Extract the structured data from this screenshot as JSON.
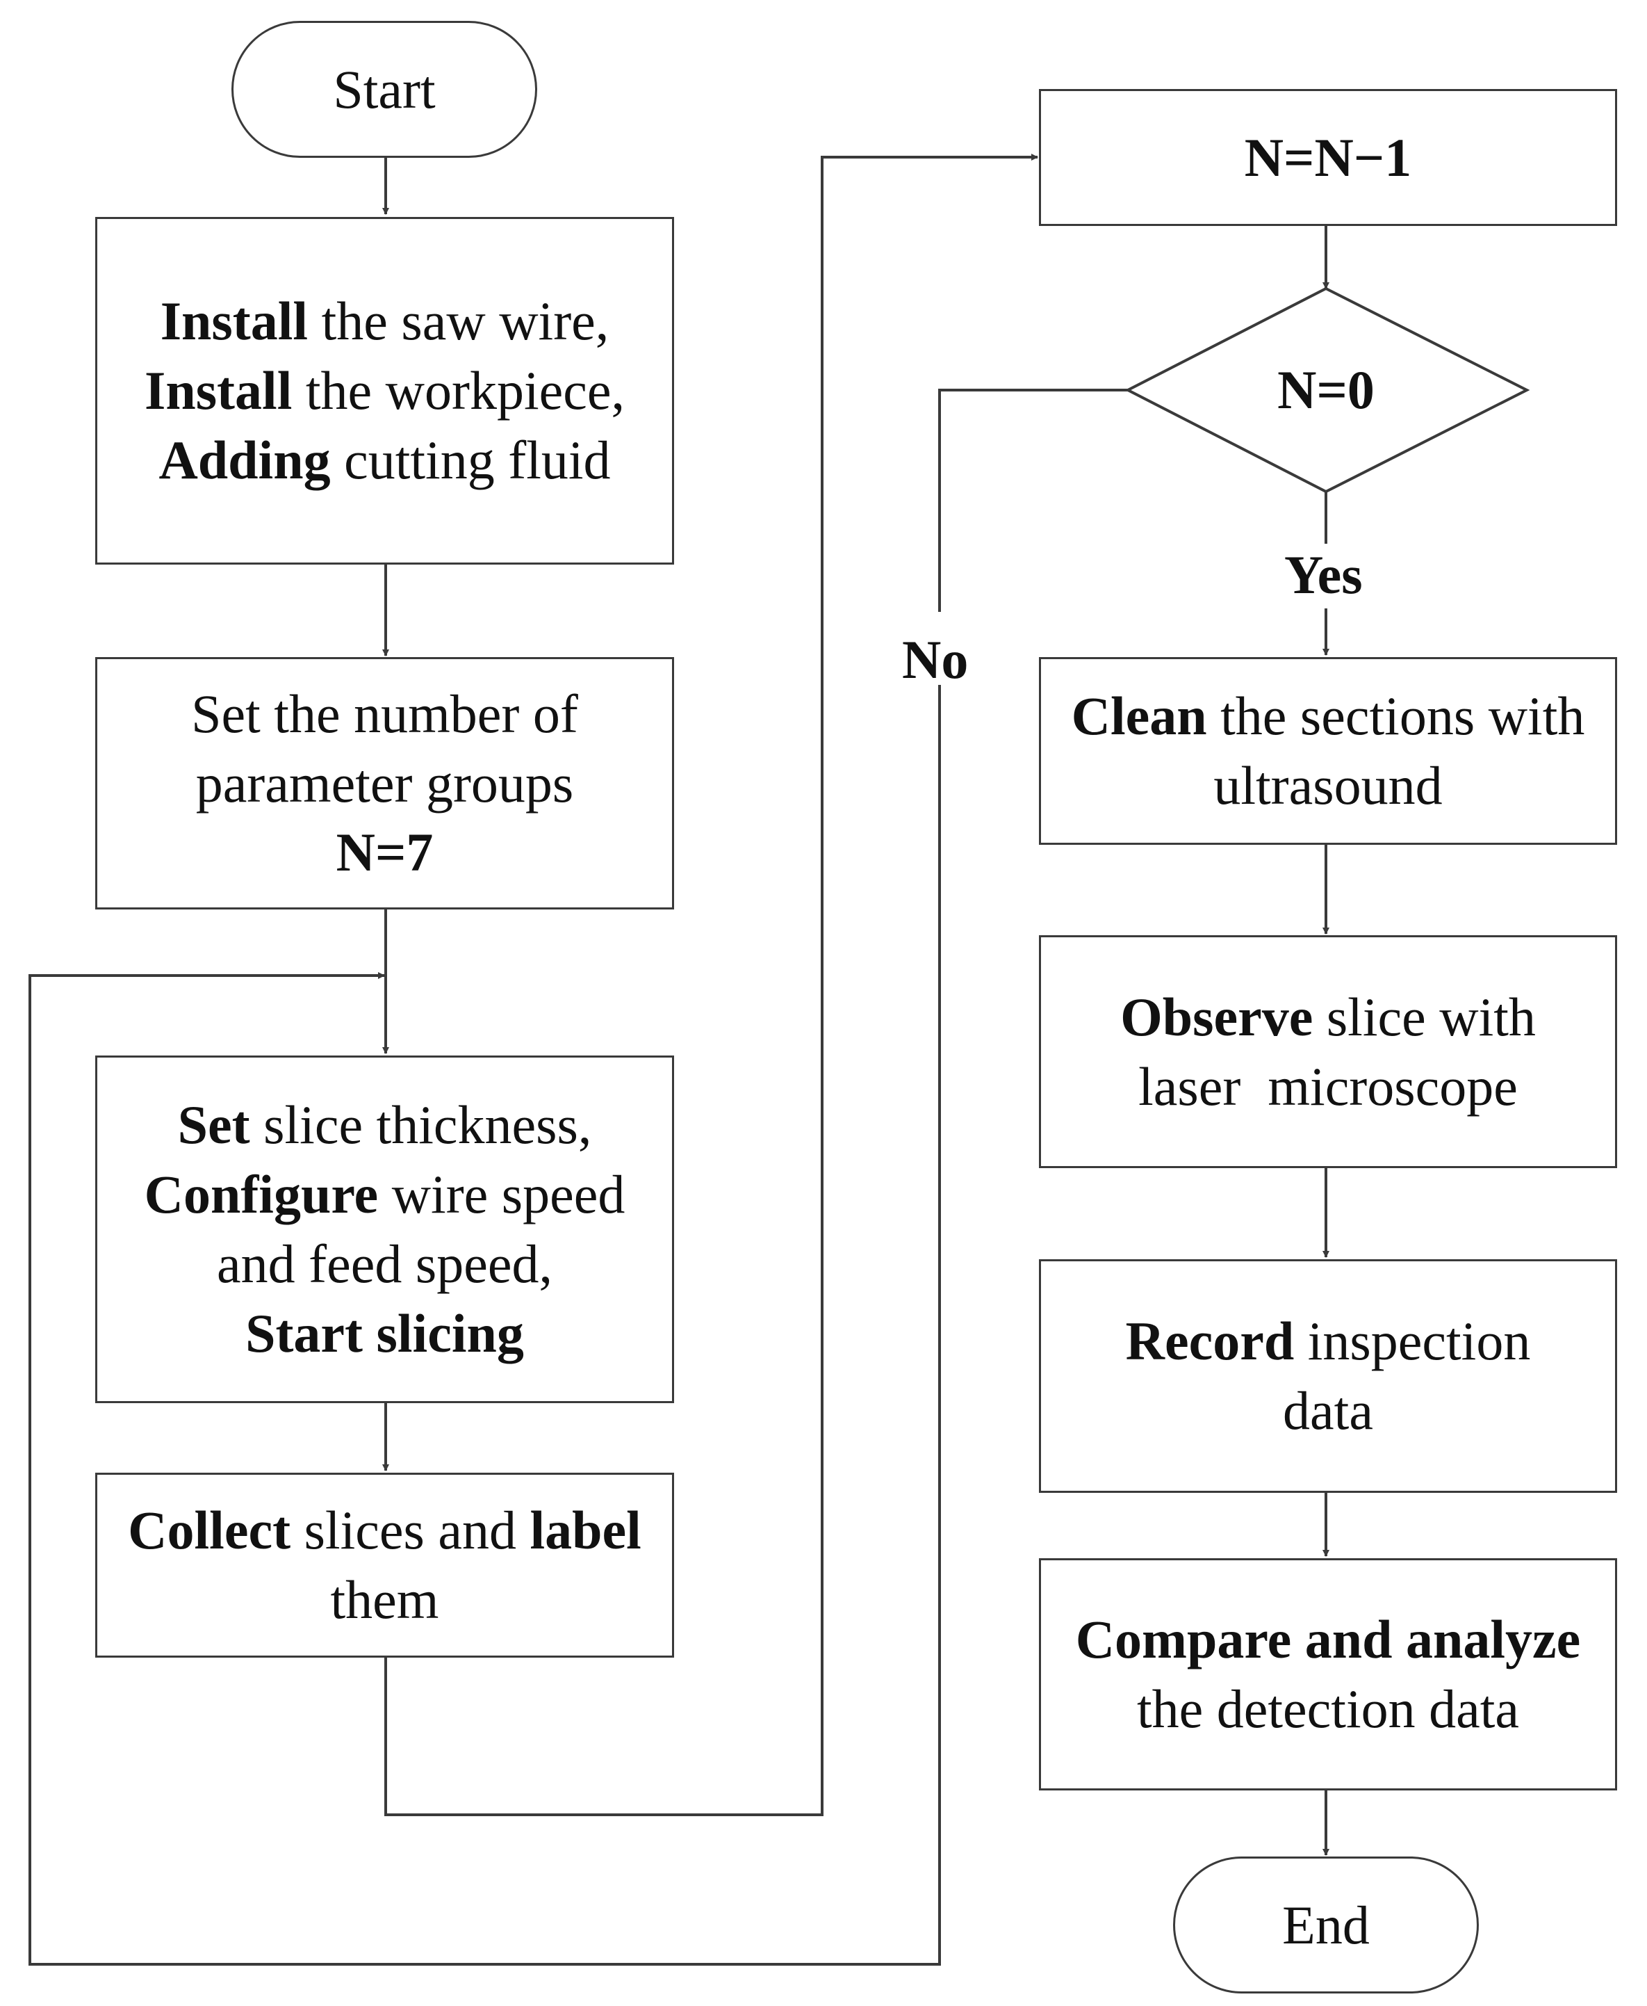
{
  "nodes": {
    "start": "Start",
    "install": {
      "l1_b": "Install",
      "l1": " the saw wire,",
      "l2_b": "Install",
      "l2": " the workpiece,",
      "l3_b": "Adding",
      "l3": " cutting fluid"
    },
    "set_groups": {
      "l1": "Set the number of",
      "l2": "parameter groups",
      "l3_b": "N=7"
    },
    "slicing": {
      "l1_b": "Set",
      "l1": " slice thickness,",
      "l2_b": "Configure",
      "l2": " wire speed",
      "l3": "and feed speed,",
      "l4_b": "Start slicing"
    },
    "collect": {
      "l1_b": "Collect",
      "l1_mid": " slices and ",
      "l1_b2": "label",
      "l2": "them"
    },
    "decrement": "N=N−1",
    "decision": "N=0",
    "clean": {
      "l1_b": "Clean",
      "l1": " the sections with",
      "l2": "ultrasound"
    },
    "observe": {
      "l1_b": "Observe",
      "l1": " slice with",
      "l2": "laser  microscope"
    },
    "record": {
      "l1_b": "Record",
      "l1": " inspection",
      "l2": "data"
    },
    "compare": {
      "l1_b": "Compare and analyze",
      "l2": "the detection data"
    },
    "end": "End"
  },
  "edge_labels": {
    "yes": "Yes",
    "no": "No"
  }
}
